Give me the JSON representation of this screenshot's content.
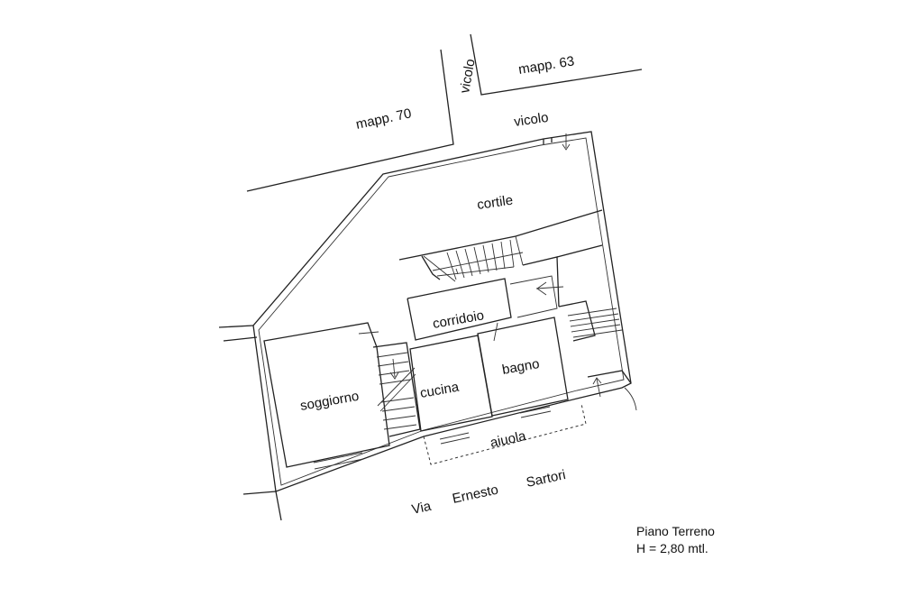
{
  "labels": {
    "mapp_70": "mapp. 70",
    "mapp_63": "mapp. 63",
    "vicolo_vertical": "vicolo",
    "vicolo_top": "vicolo",
    "cortile": "cortile",
    "corridoio": "corridoio",
    "soggiorno": "soggiorno",
    "cucina": "cucina",
    "bagno": "bagno",
    "aiuola": "aiuola",
    "street_via": "Via",
    "street_ernesto": "Ernesto",
    "street_sartori": "Sartori"
  },
  "legend": {
    "floor": "Piano Terreno",
    "height": "H = 2,80 mtl."
  }
}
